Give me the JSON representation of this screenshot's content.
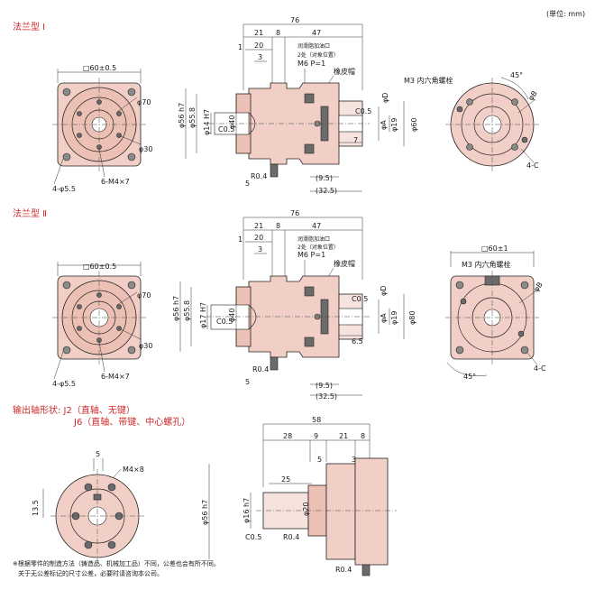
{
  "header": {
    "unit_label": "(単位: mm)"
  },
  "flange1": {
    "title": "法兰型 Ⅰ",
    "front": {
      "square": "□60±0.5",
      "d70": "φ70",
      "d30": "φ30",
      "holes4": "4-φ5.5",
      "holes6": "6-M4×7"
    },
    "side": {
      "total": "76",
      "d21": "21",
      "d8": "8",
      "d47": "47",
      "d1": "1",
      "d20": "20",
      "d3": "3",
      "lube": "润滑脂加油口",
      "lube_pos": "2处（对象位置）",
      "m6": "M6 P=1",
      "cap": "橡皮帽",
      "d56h7": "φ56 h7",
      "d55_8": "φ55.8",
      "d14h7": "φ14 H7",
      "c05a": "C0.5",
      "d40": "φ40",
      "c05b": "C0.5",
      "d19": "φ19",
      "d60": "φ60",
      "dA": "φA",
      "dD": "φD",
      "d7": "7",
      "d5": "5",
      "r04": "R0.4",
      "d9_5": "(9.5)",
      "d32_5": "(32.5)"
    },
    "rear": {
      "bolt": "M3 内六角螺栓",
      "angle": "45°",
      "dB": "φB",
      "holes": "4-C"
    }
  },
  "flange2": {
    "title": "法兰型 Ⅱ",
    "front": {
      "square": "□60±0.5",
      "d70": "φ70",
      "d30": "φ30",
      "holes4": "4-φ5.5",
      "holes6": "6-M4×7"
    },
    "side": {
      "total": "76",
      "d21": "21",
      "d8": "8",
      "d47": "47",
      "d1": "1",
      "d20": "20",
      "d3": "3",
      "lube": "润滑脂加油口",
      "lube_pos": "2处（对象位置）",
      "m6": "M6 P=1",
      "cap": "橡皮帽",
      "d56h7": "φ56 h7",
      "d55_8": "φ55.8",
      "d17h7": "φ17 H7",
      "c05a": "C0.5",
      "d40": "φ40",
      "c05b": "C0.5",
      "d19": "φ19",
      "d80": "φ80",
      "dA": "φA",
      "dD": "φD",
      "d6_5": "6.5",
      "d5": "5",
      "r04": "R0.4",
      "d9_5": "(9.5)",
      "d32_5": "(32.5)"
    },
    "rear": {
      "square": "□60±1",
      "bolt": "M3 内六角螺栓",
      "angle": "45°",
      "dB": "φB",
      "holes": "4-C"
    }
  },
  "output": {
    "title1": "输出轴形状:  J2（直轴、无键）",
    "title2": "J6（直轴、带键、中心螺孔）",
    "front": {
      "d5": "5",
      "m4x8": "M4×8",
      "d13_5": "13.5"
    },
    "side": {
      "d58": "58",
      "d28": "28",
      "d9": "9",
      "d21": "21",
      "d8": "8",
      "d25": "25",
      "d5": "5",
      "d3": "3",
      "d56h7": "φ56 h7",
      "d16h7": "φ16 h7",
      "d20": "φ20",
      "c05": "C0.5",
      "r04a": "R0.4",
      "r04b": "R0.4"
    }
  },
  "footnote": {
    "line1": "※根据零件的制造方法（铸造品、机械加工品）不同，公差也会有所不同。",
    "line2": "关于无公差标记的尺寸公差，必要时请咨询本公司。"
  }
}
